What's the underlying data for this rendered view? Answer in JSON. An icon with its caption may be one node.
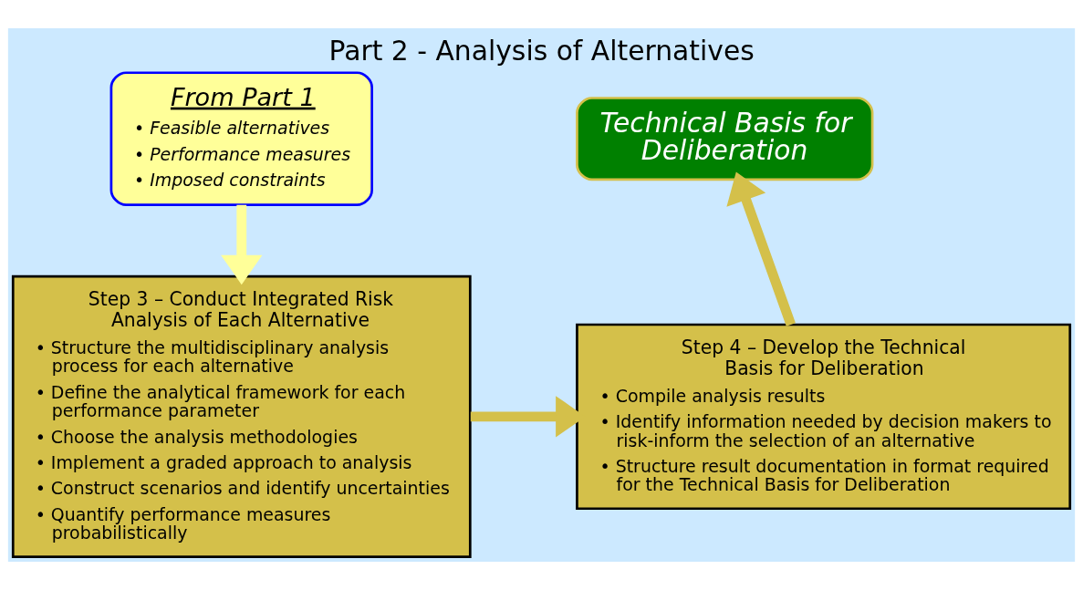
{
  "diagram": {
    "title": "Part 2 - Analysis of Alternatives",
    "nodes": [
      {
        "text": [
          "From Part 1",
          "• Feasible alternatives",
          "• Performance measures",
          "• Imposed constraints"
        ]
      },
      {
        "text": [
          "Step 3 – Conduct Integrated Risk Analysis of Each Alternative",
          "• Structure the multidisciplinary analysis process for each alternative",
          "• Define the analytical framework for each performance parameter",
          "• Choose the analysis methodologies",
          "• Implement a graded approach to analysis",
          "• Construct scenarios and identify uncertainties",
          "• Quantify performance measures probabilistically"
        ]
      },
      {
        "text": [
          "Step 4 – Develop the Technical Basis for Deliberation",
          "• Compile analysis results",
          "• Identify information needed by decision makers to risk-inform the selection of an alternative",
          "• Structure result documentation in format required for the Technical Basis for Deliberation"
        ]
      },
      {
        "text": [
          "Technical Basis for Deliberation"
        ]
      }
    ],
    "edges": [
      {
        "from": 0,
        "to": 1,
        "arrow": "to",
        "color": "#ffff99"
      },
      {
        "from": 1,
        "to": 2,
        "arrow": "to"
      },
      {
        "from": 2,
        "to": 3,
        "arrow": "to"
      }
    ]
  }
}
